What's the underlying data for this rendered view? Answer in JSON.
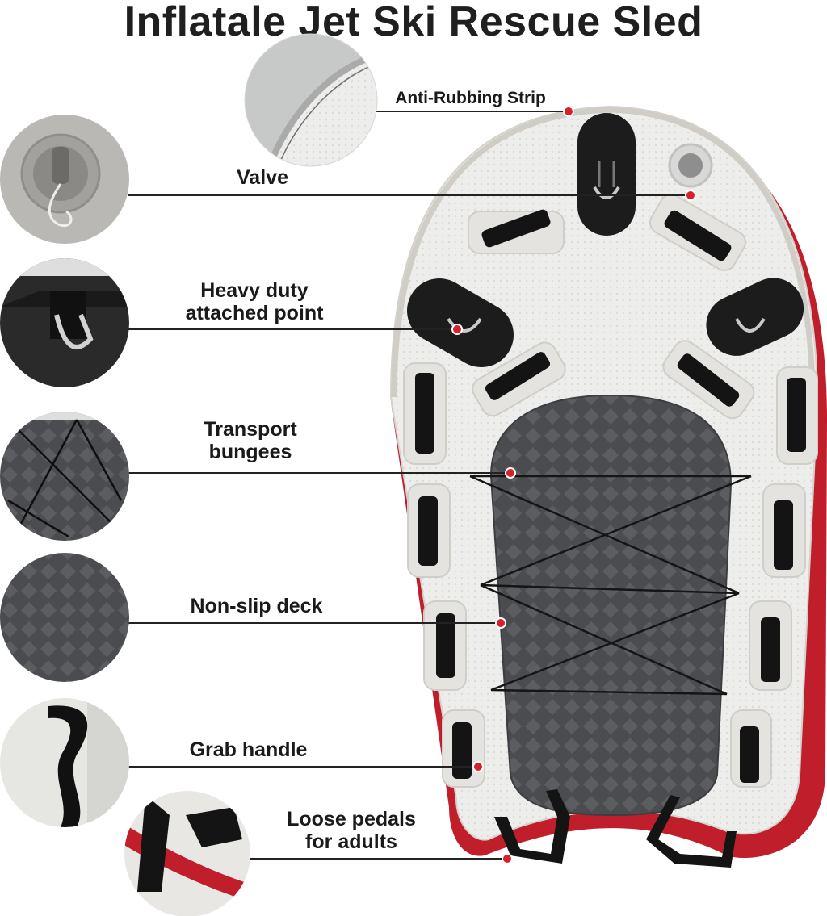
{
  "title": "Inflatale Jet Ski Rescue Sled",
  "labels": {
    "anti_rubbing_strip": "Anti-Rubbing Strip",
    "valve": "Valve",
    "heavy_duty_line1": "Heavy duty",
    "heavy_duty_line2": "attached point",
    "transport_line1": "Transport",
    "transport_line2": "bungees",
    "non_slip_deck": "Non-slip deck",
    "grab_handle": "Grab handle",
    "loose_pedals_line1": "Loose pedals",
    "loose_pedals_line2": "for adults"
  },
  "icons": [
    "valve-icon",
    "d-ring-icon",
    "bungee-icon",
    "deck-pattern-icon",
    "grab-handle-icon",
    "pedal-strap-icon"
  ],
  "colors": {
    "marker": "#d8202a",
    "board": "#ebebe9",
    "board_rim": "#c01e2a",
    "deck": "#4a4b4e",
    "strap": "#141414",
    "line": "#222222"
  }
}
